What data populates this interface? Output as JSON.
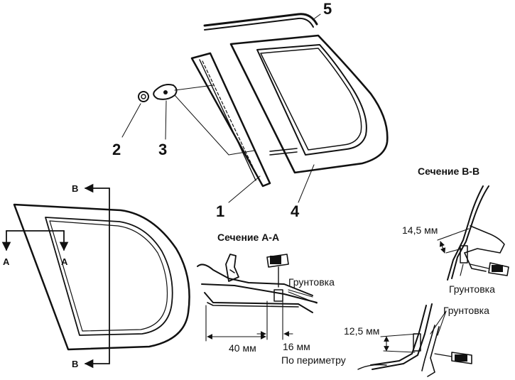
{
  "callouts": {
    "n1": "1",
    "n2": "2",
    "n3": "3",
    "n4": "4",
    "n5": "5"
  },
  "cut_marks": {
    "a_left": "A",
    "a_right": "A",
    "b_top": "B",
    "b_bottom": "B"
  },
  "section_aa": {
    "title": "Сечение А-А",
    "primer": "Грунтовка",
    "dim_40": "40 мм",
    "dim_16": "16 мм",
    "perimeter": "По периметру"
  },
  "section_bb": {
    "title": "Сечение В-В",
    "dim_145": "14,5 мм",
    "primer_upper": "Грунтовка",
    "primer_lower": "Грунтовка",
    "dim_125": "12,5 мм"
  }
}
